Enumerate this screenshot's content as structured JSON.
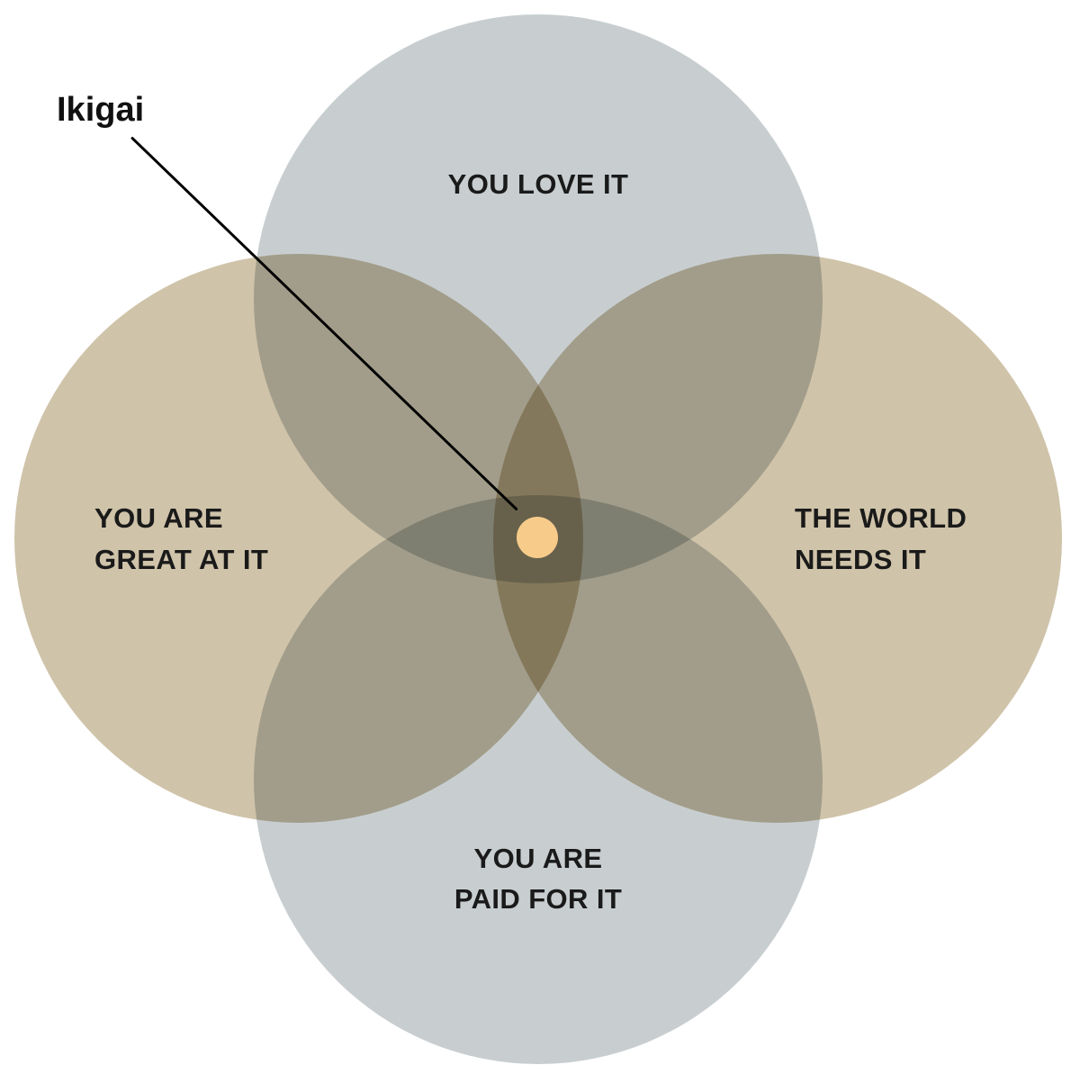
{
  "diagram": {
    "type": "venn-4-circles",
    "title": "Ikigai",
    "center_label": "Ikigai",
    "center_dot_color": "#F7CC8B",
    "pointer_line_color": "#000000",
    "text_color": "#1a1a1a",
    "background_color": "#ffffff",
    "blend_mode": "multiply",
    "circles": [
      {
        "position": "top",
        "label_line1": "YOU LOVE IT",
        "color": "#C8CED0"
      },
      {
        "position": "left",
        "label_line1": "YOU ARE",
        "label_line2": "GREAT AT IT",
        "color": "#CFC3A9"
      },
      {
        "position": "right",
        "label_line1": "THE WORLD",
        "label_line2": "NEEDS IT",
        "color": "#CFC3A9"
      },
      {
        "position": "bottom",
        "label_line1": "YOU ARE",
        "label_line2": "PAID FOR IT",
        "color": "#C8CED0"
      }
    ],
    "overlap_colors": {
      "gray_tan_2way": "#A3A091",
      "two_tan_one_gray_3way": "#877A5C",
      "two_gray_one_tan_3way": "#8B8B80",
      "center_4way": "#6B654F"
    }
  }
}
